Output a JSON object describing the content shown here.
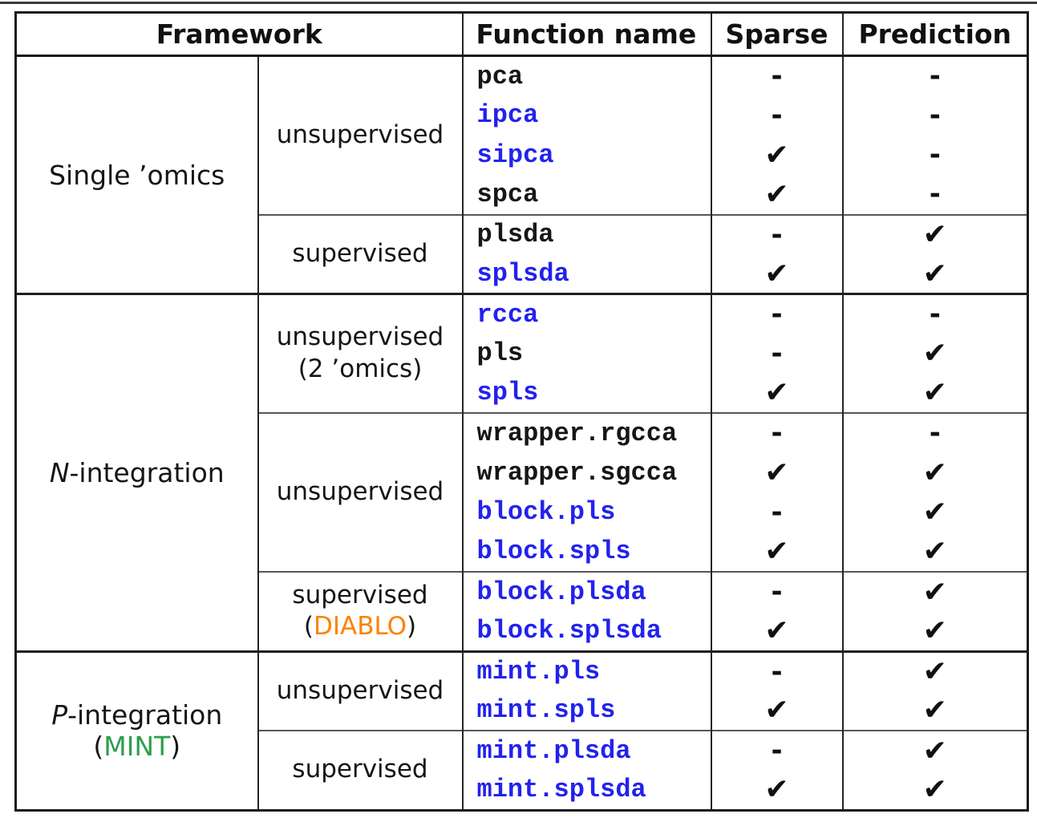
{
  "colors": {
    "blue": "#2222ee",
    "orange": "#ff8103",
    "green": "#2d9e4c",
    "black": "#151515"
  },
  "marks": {
    "check": "✔",
    "dash": "-"
  },
  "header": {
    "framework": "Framework",
    "function_name": "Function name",
    "sparse": "Sparse",
    "prediction": "Prediction"
  },
  "sections": [
    {
      "name": "single-omics",
      "label": [
        [
          {
            "t": "Single ’omics"
          }
        ]
      ],
      "subsections": [
        {
          "label": [
            [
              {
                "t": "unsupervised"
              }
            ]
          ],
          "functions": [
            {
              "name": "pca",
              "blue": false,
              "sparse": false,
              "prediction": false
            },
            {
              "name": "ipca",
              "blue": true,
              "sparse": false,
              "prediction": false
            },
            {
              "name": "sipca",
              "blue": true,
              "sparse": true,
              "prediction": false
            },
            {
              "name": "spca",
              "blue": false,
              "sparse": true,
              "prediction": false
            }
          ]
        },
        {
          "label": [
            [
              {
                "t": "supervised"
              }
            ]
          ],
          "functions": [
            {
              "name": "plsda",
              "blue": false,
              "sparse": false,
              "prediction": true
            },
            {
              "name": "splsda",
              "blue": true,
              "sparse": true,
              "prediction": true
            }
          ]
        }
      ]
    },
    {
      "name": "n-integration",
      "label": [
        [
          {
            "t": "N",
            "italic": true
          },
          {
            "t": "-integration"
          }
        ]
      ],
      "subsections": [
        {
          "label": [
            [
              {
                "t": "unsupervised"
              }
            ],
            [
              {
                "t": "(2 ’omics)"
              }
            ]
          ],
          "functions": [
            {
              "name": "rcca",
              "blue": true,
              "sparse": false,
              "prediction": false
            },
            {
              "name": "pls",
              "blue": false,
              "sparse": false,
              "prediction": true
            },
            {
              "name": "spls",
              "blue": true,
              "sparse": true,
              "prediction": true
            }
          ]
        },
        {
          "label": [
            [
              {
                "t": "unsupervised"
              }
            ]
          ],
          "functions": [
            {
              "name": "wrapper.rgcca",
              "blue": false,
              "sparse": false,
              "prediction": false
            },
            {
              "name": "wrapper.sgcca",
              "blue": false,
              "sparse": true,
              "prediction": true
            },
            {
              "name": "block.pls",
              "blue": true,
              "sparse": false,
              "prediction": true
            },
            {
              "name": "block.spls",
              "blue": true,
              "sparse": true,
              "prediction": true
            }
          ]
        },
        {
          "label": [
            [
              {
                "t": "supervised"
              }
            ],
            [
              {
                "t": "("
              },
              {
                "t": "DIABLO",
                "color": "orange"
              },
              {
                "t": ")"
              }
            ]
          ],
          "functions": [
            {
              "name": "block.plsda",
              "blue": true,
              "sparse": false,
              "prediction": true
            },
            {
              "name": "block.splsda",
              "blue": true,
              "sparse": true,
              "prediction": true
            }
          ]
        }
      ]
    },
    {
      "name": "p-integration",
      "label": [
        [
          {
            "t": "P",
            "italic": true
          },
          {
            "t": "-integration"
          }
        ],
        [
          {
            "t": "("
          },
          {
            "t": "MINT",
            "color": "green"
          },
          {
            "t": ")"
          }
        ]
      ],
      "subsections": [
        {
          "label": [
            [
              {
                "t": "unsupervised"
              }
            ]
          ],
          "functions": [
            {
              "name": "mint.pls",
              "blue": true,
              "sparse": false,
              "prediction": true
            },
            {
              "name": "mint.spls",
              "blue": true,
              "sparse": true,
              "prediction": true
            }
          ]
        },
        {
          "label": [
            [
              {
                "t": "supervised"
              }
            ]
          ],
          "functions": [
            {
              "name": "mint.plsda",
              "blue": true,
              "sparse": false,
              "prediction": true
            },
            {
              "name": "mint.splsda",
              "blue": true,
              "sparse": true,
              "prediction": true
            }
          ]
        }
      ]
    }
  ]
}
